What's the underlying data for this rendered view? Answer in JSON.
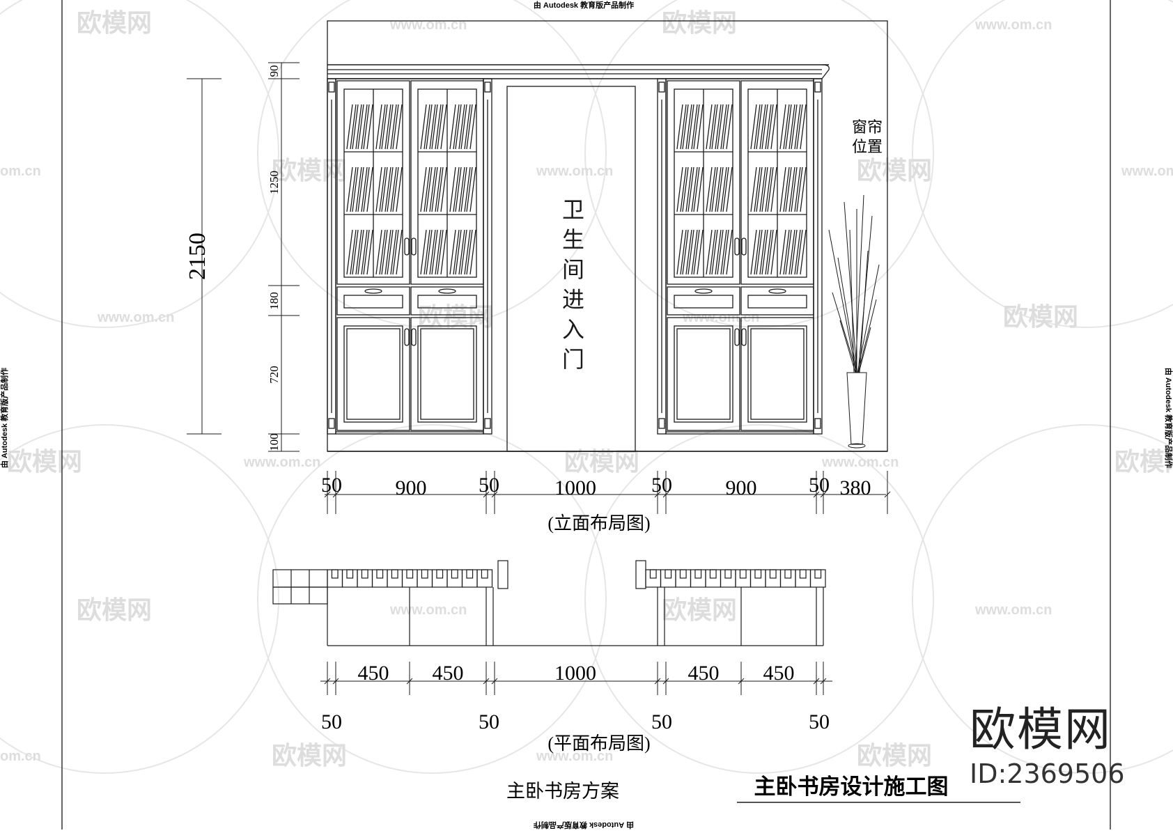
{
  "header_note": "由 Autodesk 教育版产品制作",
  "footer_note": "由 Autodesk 教育版产品制作",
  "side_note_left": "由 Autodesk 教育版产品制作",
  "side_note_right": "由 Autodesk 教育版产品制作",
  "watermarks": {
    "brand_cn": "欧模网",
    "url": "www.om.cn",
    "url_short": "om.cn"
  },
  "elevation": {
    "total_height": "2150",
    "vertical_dims": [
      "90",
      "1250",
      "180",
      "720",
      "100"
    ],
    "bathroom_label": [
      "卫",
      "生",
      "间",
      "进",
      "入",
      "门"
    ],
    "curtain_label": [
      "窗帘",
      "位置"
    ],
    "horizontal_dims": [
      "50",
      "900",
      "50",
      "1000",
      "50",
      "900",
      "50",
      "380"
    ],
    "caption": "(立面布局图)"
  },
  "plan": {
    "top_dims": [
      "450",
      "450",
      "1000",
      "450",
      "450"
    ],
    "bottom_dims": [
      "50",
      "50",
      "50",
      "50"
    ],
    "caption": "(平面布局图)"
  },
  "scheme_title": "主卧书房方案",
  "drawing_title": "主卧书房设计施工图",
  "brand": {
    "name": "欧模网",
    "id": "ID:2369506"
  }
}
